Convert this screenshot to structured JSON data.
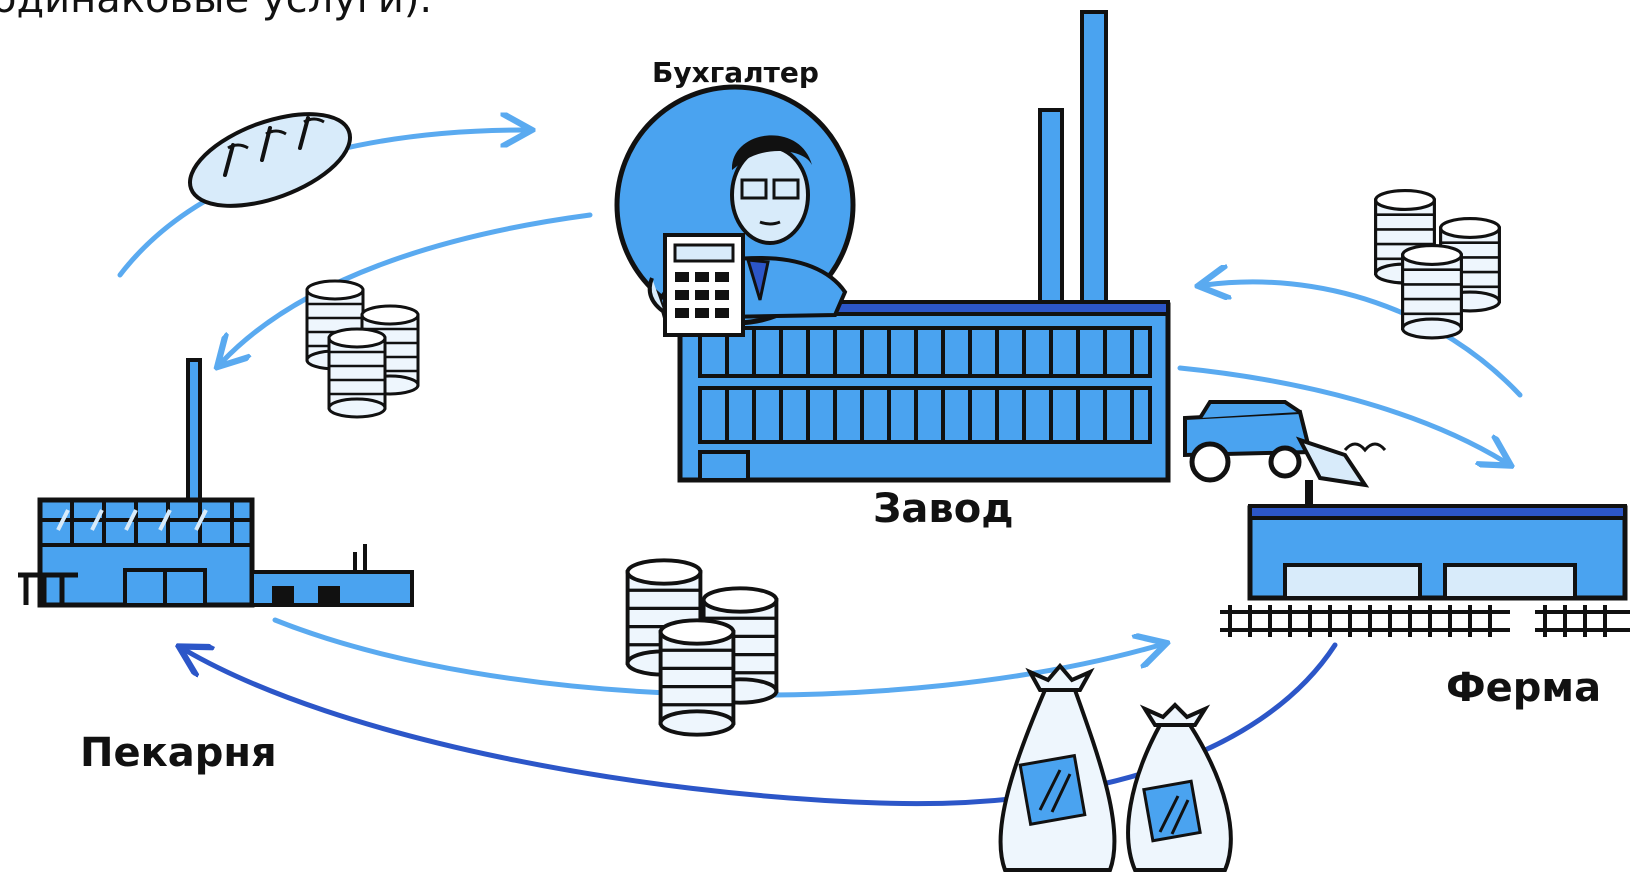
{
  "caption_top": "одинаковые услуги).",
  "labels": {
    "accountant": "Бухгалтер",
    "factory": "Завод",
    "farm": "Ферма",
    "bakery": "Пекарня"
  },
  "icons": [
    "bread-icon",
    "coins-icon",
    "accountant-icon",
    "calculator-icon",
    "factory-icon",
    "harvester-icon",
    "farm-icon",
    "railway-icon",
    "grain-sack-icon",
    "bakery-icon"
  ],
  "colors": {
    "primary_blue": "#4aa3f0",
    "light_blue": "#d8ebfa",
    "dark_blue": "#2c56c8",
    "outline": "#111111"
  }
}
